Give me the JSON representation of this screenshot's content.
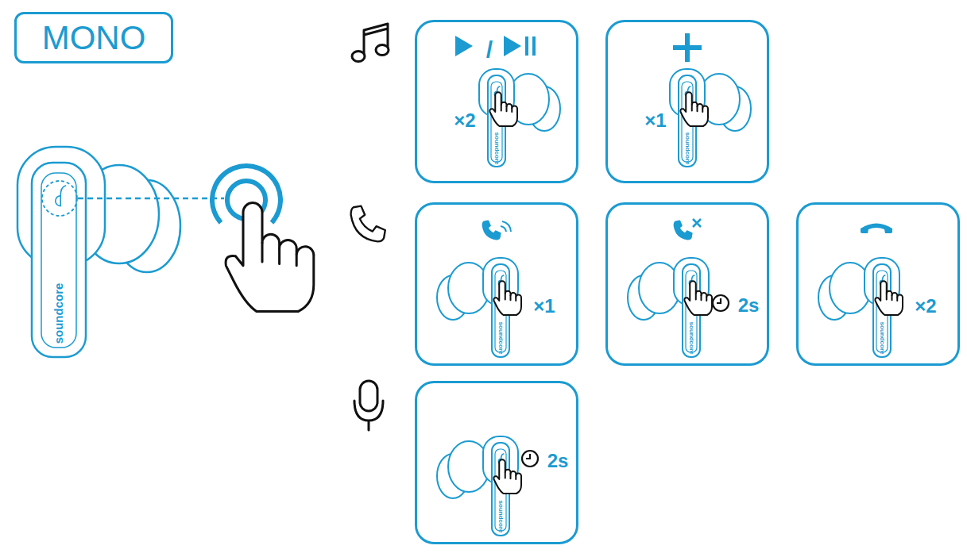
{
  "diagram": {
    "nodes": [
      {
        "text": [
          "MONO"
        ]
      },
      {
        "text": [
          "/",
          "×2"
        ]
      },
      {
        "text": [
          "×1"
        ]
      },
      {
        "text": [
          "×1"
        ]
      },
      {
        "text": [
          "2s"
        ]
      },
      {
        "text": [
          "×2"
        ]
      },
      {
        "text": [
          "2s"
        ]
      }
    ],
    "labels": [
      "soundcore",
      "soundcore",
      "soundcore",
      "soundcore",
      "soundcore",
      "soundcore",
      "soundcore"
    ]
  }
}
